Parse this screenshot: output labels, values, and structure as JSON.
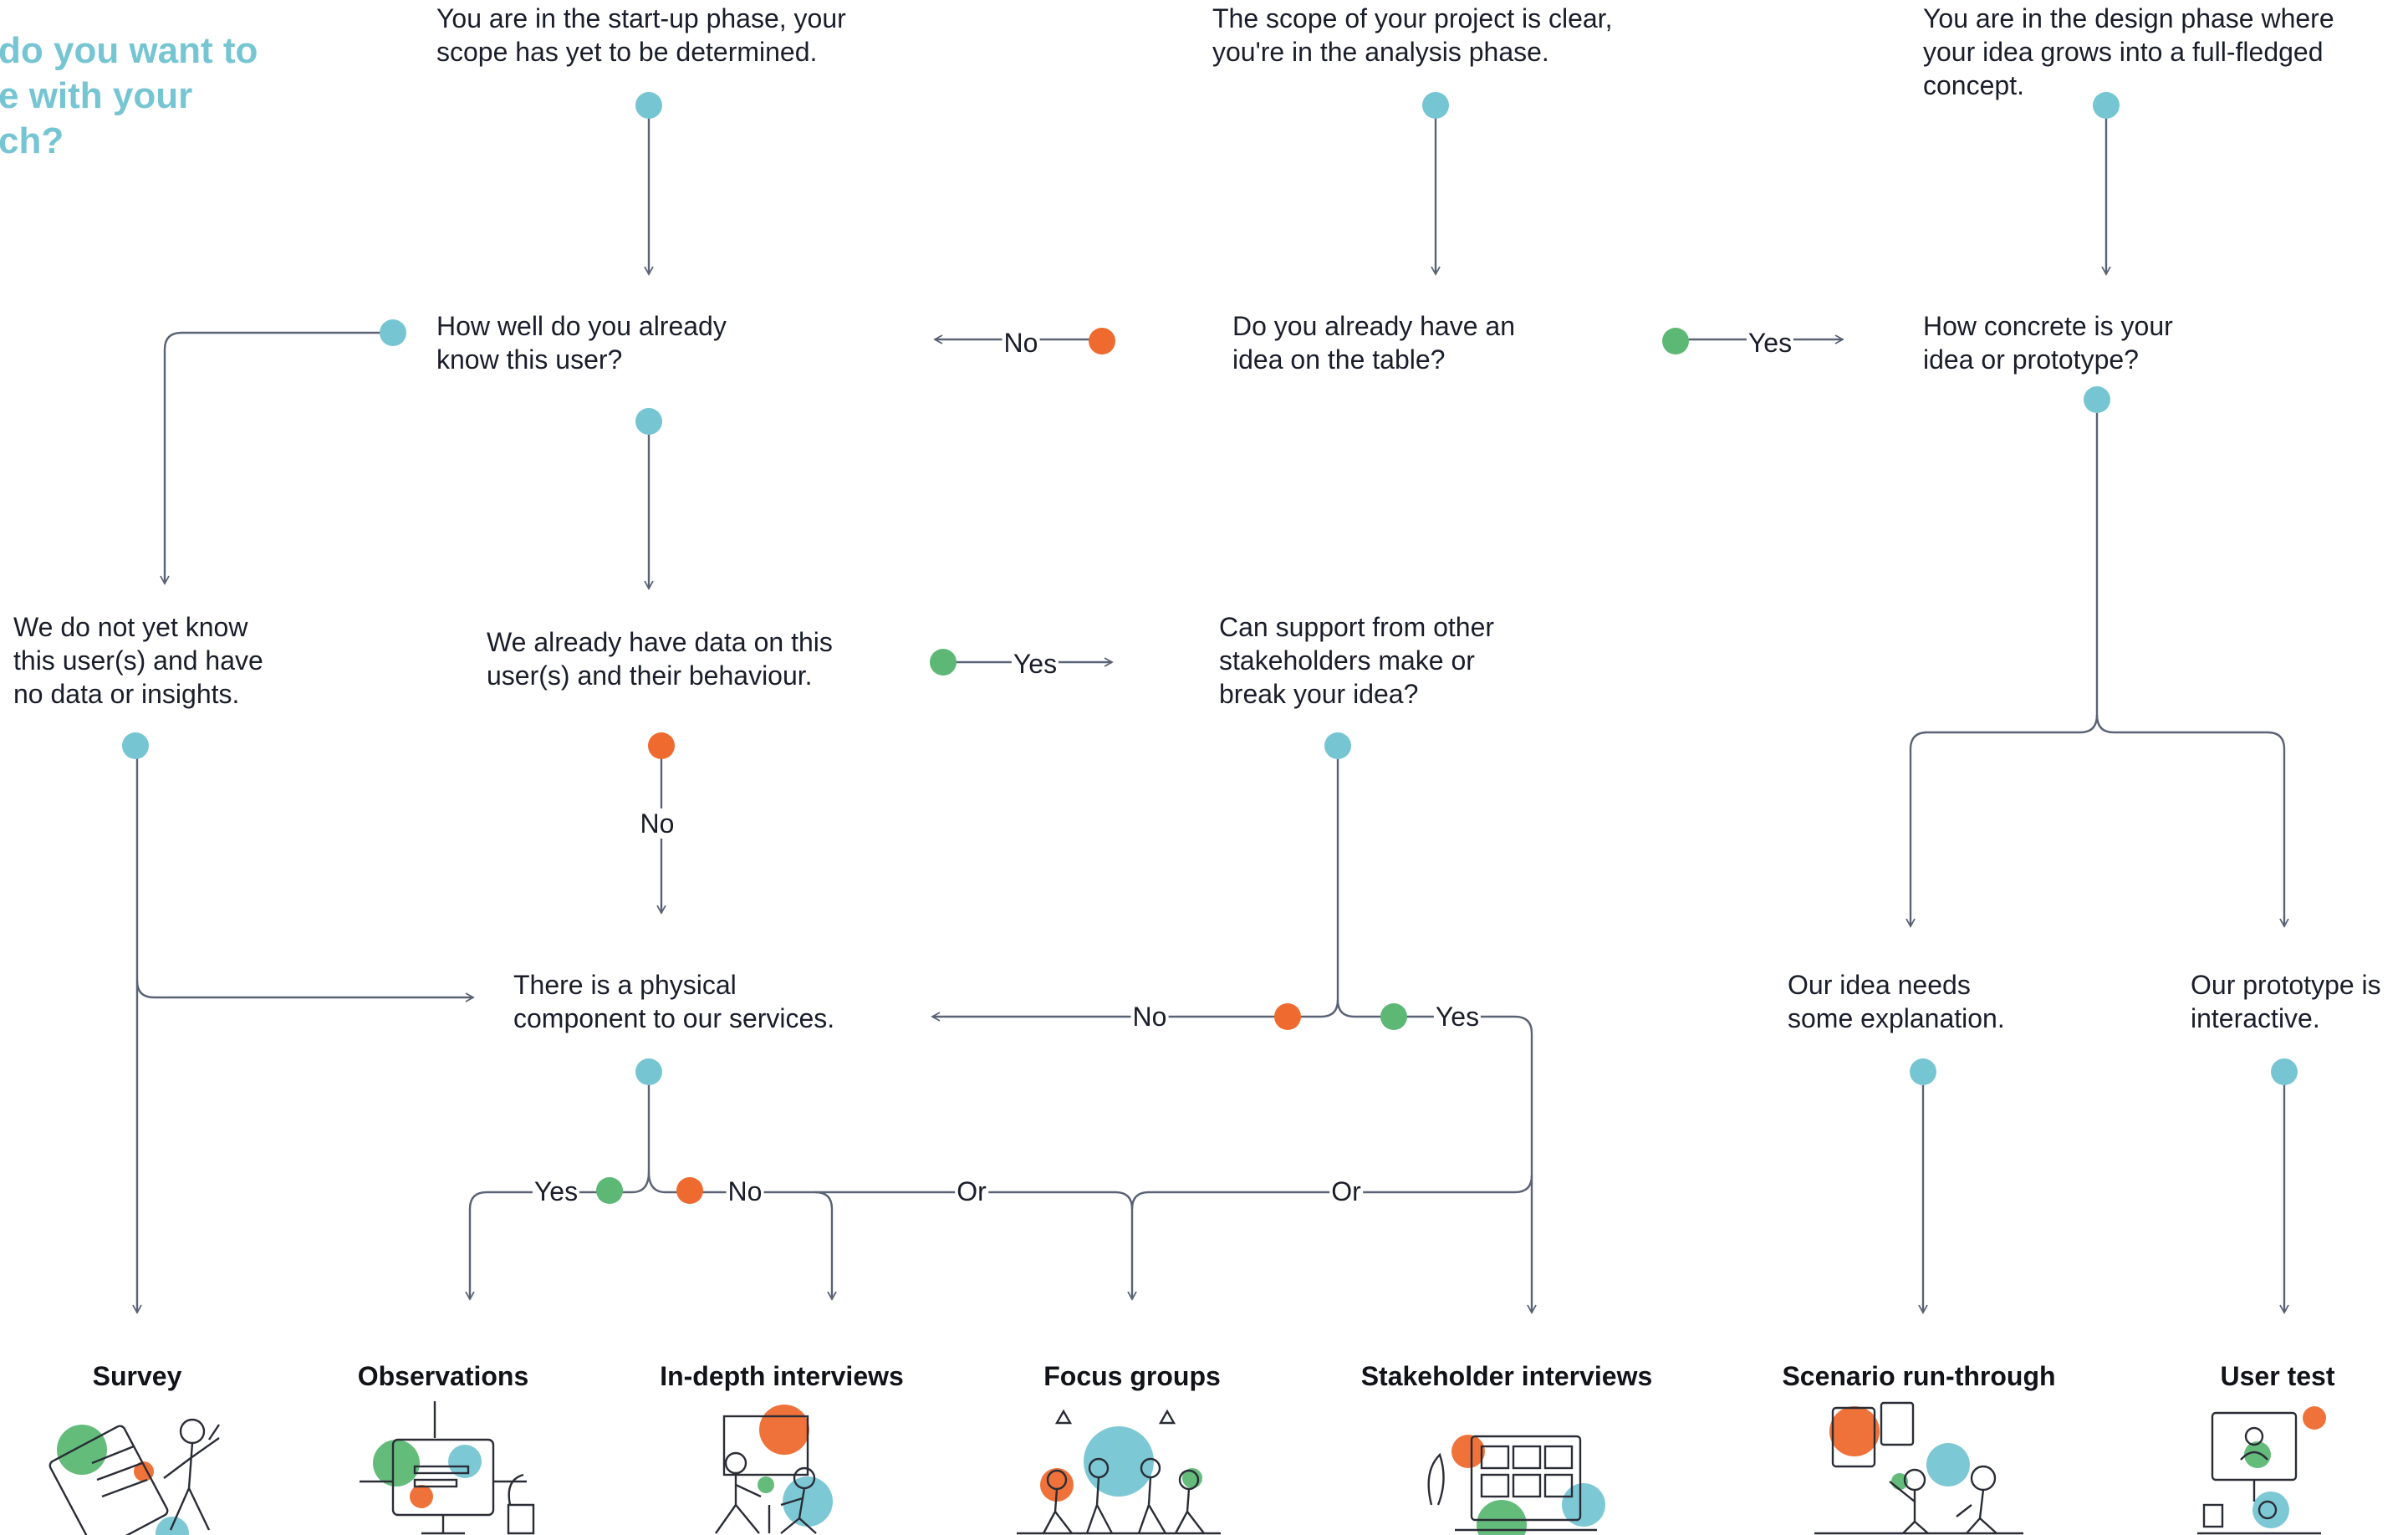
{
  "colors": {
    "blue": "#76c5d3",
    "orange": "#ee6a2f",
    "green": "#5cb874",
    "line": "#5a6275",
    "text": "#1a1d2a",
    "heading": "#76c5d3"
  },
  "heading": "do you want to\ne with your\nch?",
  "nodes": {
    "startup": "You are in the start-up phase, your\nscope has yet to be determined.",
    "analysis": "The scope of your project is clear,\nyou're in the analysis phase.",
    "design": "You are in the design phase where\nyour idea grows into a full-fledged\nconcept.",
    "know_user": "How well do you already\nknow this user?",
    "have_idea": "Do you already have an\nidea on the table?",
    "concrete": "How concrete is your\nidea or prototype?",
    "no_data": "We do not yet know\nthis user(s) and have\nno data or insights.",
    "have_data": "We already have data on this\nuser(s) and their behaviour.",
    "stakeholders": "Can support from other\nstakeholders make or\nbreak your idea?",
    "physical": "There is a physical\ncomponent to our services.",
    "explanation": "Our idea needs\nsome explanation.",
    "interactive": "Our prototype is\ninteractive."
  },
  "labels": {
    "no_know": "No",
    "yes_concrete": "Yes",
    "yes_stake": "Yes",
    "no_phys": "No",
    "no_stake": "No",
    "yes_stakeint": "Yes",
    "yes_obs": "Yes",
    "no_indepth": "No",
    "or_1": "Or",
    "or_2": "Or"
  },
  "methods": {
    "survey": "Survey",
    "observations": "Observations",
    "indepth": "In-depth interviews",
    "focus": "Focus groups",
    "stakeholder": "Stakeholder interviews",
    "scenario": "Scenario run-through",
    "usertest": "User test"
  },
  "illustrations": [
    {
      "name": "survey-illustration",
      "accent": [
        "green",
        "orange",
        "blue"
      ]
    },
    {
      "name": "observations-illustration",
      "accent": [
        "green",
        "blue",
        "orange"
      ]
    },
    {
      "name": "indepth-illustration",
      "accent": [
        "orange",
        "blue",
        "green"
      ]
    },
    {
      "name": "focus-illustration",
      "accent": [
        "blue",
        "orange",
        "green"
      ]
    },
    {
      "name": "stakeholder-illustration",
      "accent": [
        "orange",
        "green",
        "blue"
      ]
    },
    {
      "name": "scenario-illustration",
      "accent": [
        "orange",
        "blue",
        "green"
      ]
    },
    {
      "name": "usertest-illustration",
      "accent": [
        "orange",
        "green",
        "blue"
      ]
    }
  ]
}
